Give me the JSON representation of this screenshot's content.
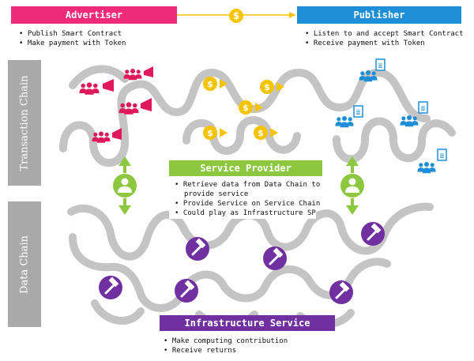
{
  "advertiser": {
    "title": "Advertiser",
    "items": [
      "Publish Smart Contract",
      "Make payment with Token"
    ]
  },
  "publisher": {
    "title": "Publisher",
    "items": [
      "Listen to and accept Smart Contract",
      "Receive payment with Token"
    ]
  },
  "transaction_chain": {
    "label": "Transaction Chain"
  },
  "data_chain": {
    "label": "Data Chain"
  },
  "service_provider": {
    "title": "Service Provider",
    "items": [
      "Retrieve data from Data Chain to",
      "provide service",
      "Provide Service on Service Chain",
      "Could play as Infrastructure SP"
    ]
  },
  "infra_provider": {
    "title": "Infrastructure Service Provider",
    "items": [
      "Make computing contribution",
      "Receive returns"
    ]
  },
  "icons": {
    "coin": "$",
    "contract": "≣"
  },
  "colors": {
    "advertiser": "#ee2a7b",
    "publisher": "#1e8fd6",
    "service": "#8dc63f",
    "infra": "#7030a0",
    "coin": "#f5c400",
    "track": "#c4c4c4",
    "band": "#a9a9a9"
  }
}
